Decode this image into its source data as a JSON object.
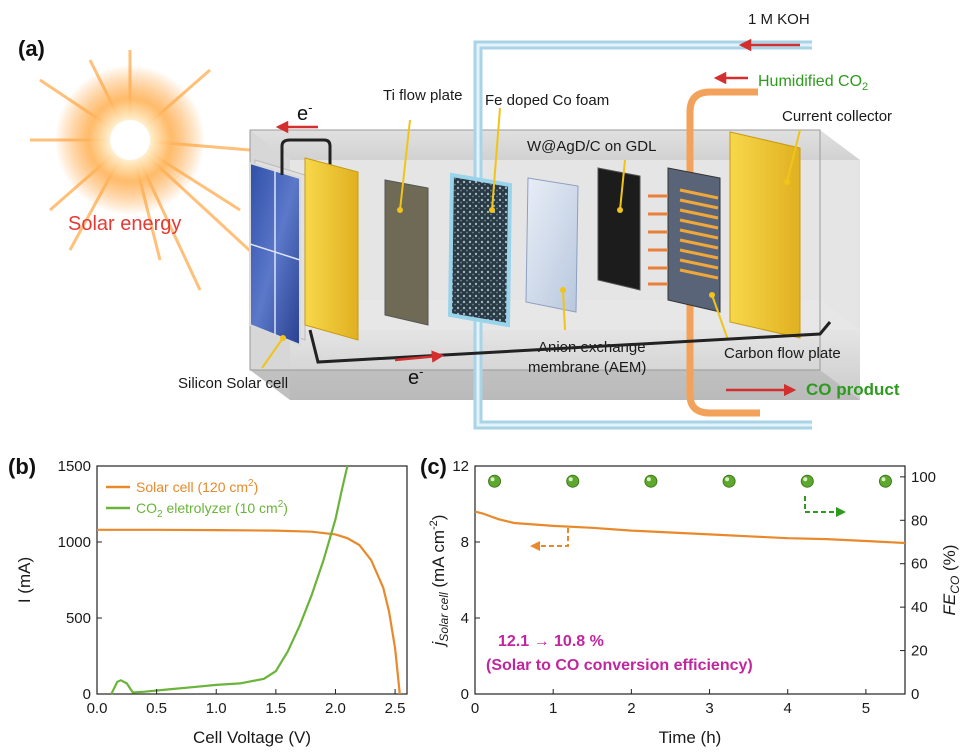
{
  "panel_a": {
    "tag": "(a)",
    "labels": {
      "solar_energy": "Solar energy",
      "electron_top": "e",
      "electron_bottom": "e",
      "ti_flow_plate": "Ti flow plate",
      "fe_doped_co_foam": "Fe doped Co foam",
      "koh": "1 M KOH",
      "humidified_co2": "Humidified CO",
      "co2_sub": "2",
      "current_collector": "Current collector",
      "w_agd": "W@AgD/C on GDL",
      "silicon_solar_cell": "Silicon Solar cell",
      "aem_line1": "Anion exchange",
      "aem_line2": "membrane (AEM)",
      "carbon_flow_plate": "Carbon flow plate",
      "co_product": "CO product",
      "minus": "-"
    },
    "colors": {
      "koh_arrow": "#d32f2f",
      "green_text": "#2e9b1f",
      "red_text": "#e53935",
      "gold": "#f0c419"
    }
  },
  "panel_b": {
    "tag": "(b)",
    "legend": [
      {
        "text": "Solar cell (120 cm",
        "sup": "2",
        "tail": ")",
        "color": "#e8892b"
      },
      {
        "text": "CO",
        "sub": "2",
        "text2": " eletrolyzer (10 cm",
        "sup": "2",
        "tail": ")",
        "color": "#6ab43a"
      }
    ],
    "xlabel": "Cell Voltage (V)",
    "ylabel": "I (mA)",
    "xticks": [
      "0.0",
      "0.5",
      "1.0",
      "1.5",
      "2.0",
      "2.5"
    ],
    "yticks": [
      "0",
      "500",
      "1000",
      "1500"
    ]
  },
  "panel_c": {
    "tag": "(c)",
    "xlabel": "Time (h)",
    "ylabel_left_main": "j",
    "ylabel_left_sub": "Solar cell",
    "ylabel_left_units": " (mA cm",
    "ylabel_left_sup": "-2",
    "ylabel_left_tail": ")",
    "ylabel_right_main": "FE",
    "ylabel_right_sub": "CO",
    "ylabel_right_tail": " (%)",
    "xticks": [
      "0",
      "1",
      "2",
      "3",
      "4",
      "5"
    ],
    "yticks_left": [
      "0",
      "4",
      "8",
      "12"
    ],
    "yticks_right": [
      "0",
      "20",
      "40",
      "60",
      "80",
      "100"
    ],
    "annotation_line1": "12.1 → 10.8 %",
    "annotation_line2": "(Solar to CO conversion efficiency)",
    "annotation_color": "#c2269e"
  },
  "chart_data": [
    {
      "type": "line",
      "xlabel": "Cell Voltage (V)",
      "ylabel": "I (mA)",
      "xlim": [
        0,
        2.6
      ],
      "ylim": [
        0,
        1500
      ],
      "legend": "top-left",
      "series": [
        {
          "name": "Solar cell (120 cm2)",
          "color": "#e8892b",
          "x": [
            0,
            0.5,
            1.0,
            1.5,
            1.8,
            2.0,
            2.1,
            2.2,
            2.3,
            2.4,
            2.45,
            2.5,
            2.54
          ],
          "y": [
            1080,
            1080,
            1078,
            1075,
            1068,
            1050,
            1025,
            980,
            880,
            700,
            540,
            300,
            0
          ]
        },
        {
          "name": "CO2 eletrolyzer (10 cm2)",
          "color": "#6ab43a",
          "x": [
            0.12,
            0.17,
            0.2,
            0.25,
            0.3,
            0.4,
            0.6,
            0.8,
            1.0,
            1.2,
            1.4,
            1.5,
            1.6,
            1.7,
            1.8,
            1.9,
            2.0,
            2.05,
            2.1
          ],
          "y": [
            0,
            80,
            90,
            70,
            10,
            15,
            30,
            45,
            60,
            70,
            100,
            150,
            280,
            450,
            650,
            880,
            1150,
            1330,
            1500
          ]
        }
      ]
    },
    {
      "type": "line",
      "xlabel": "Time (h)",
      "ylim_left": [
        0,
        12
      ],
      "ylim_right": [
        0,
        105
      ],
      "xlim": [
        0,
        5.5
      ],
      "series": [
        {
          "name": "j Solar cell",
          "axis": "left",
          "color": "#e8892b",
          "x": [
            0,
            0.1,
            0.3,
            0.5,
            1.0,
            1.5,
            2.0,
            2.5,
            3.0,
            3.5,
            4.0,
            4.5,
            5.0,
            5.5
          ],
          "y": [
            9.6,
            9.5,
            9.2,
            9.0,
            8.85,
            8.75,
            8.6,
            8.5,
            8.4,
            8.3,
            8.2,
            8.15,
            8.05,
            7.95
          ]
        },
        {
          "name": "FE CO",
          "axis": "right",
          "color": "#5fa830",
          "x": [
            0.25,
            1.25,
            2.25,
            3.25,
            4.25,
            5.25
          ],
          "y": [
            98,
            98,
            98,
            98,
            98,
            98
          ]
        }
      ]
    }
  ]
}
